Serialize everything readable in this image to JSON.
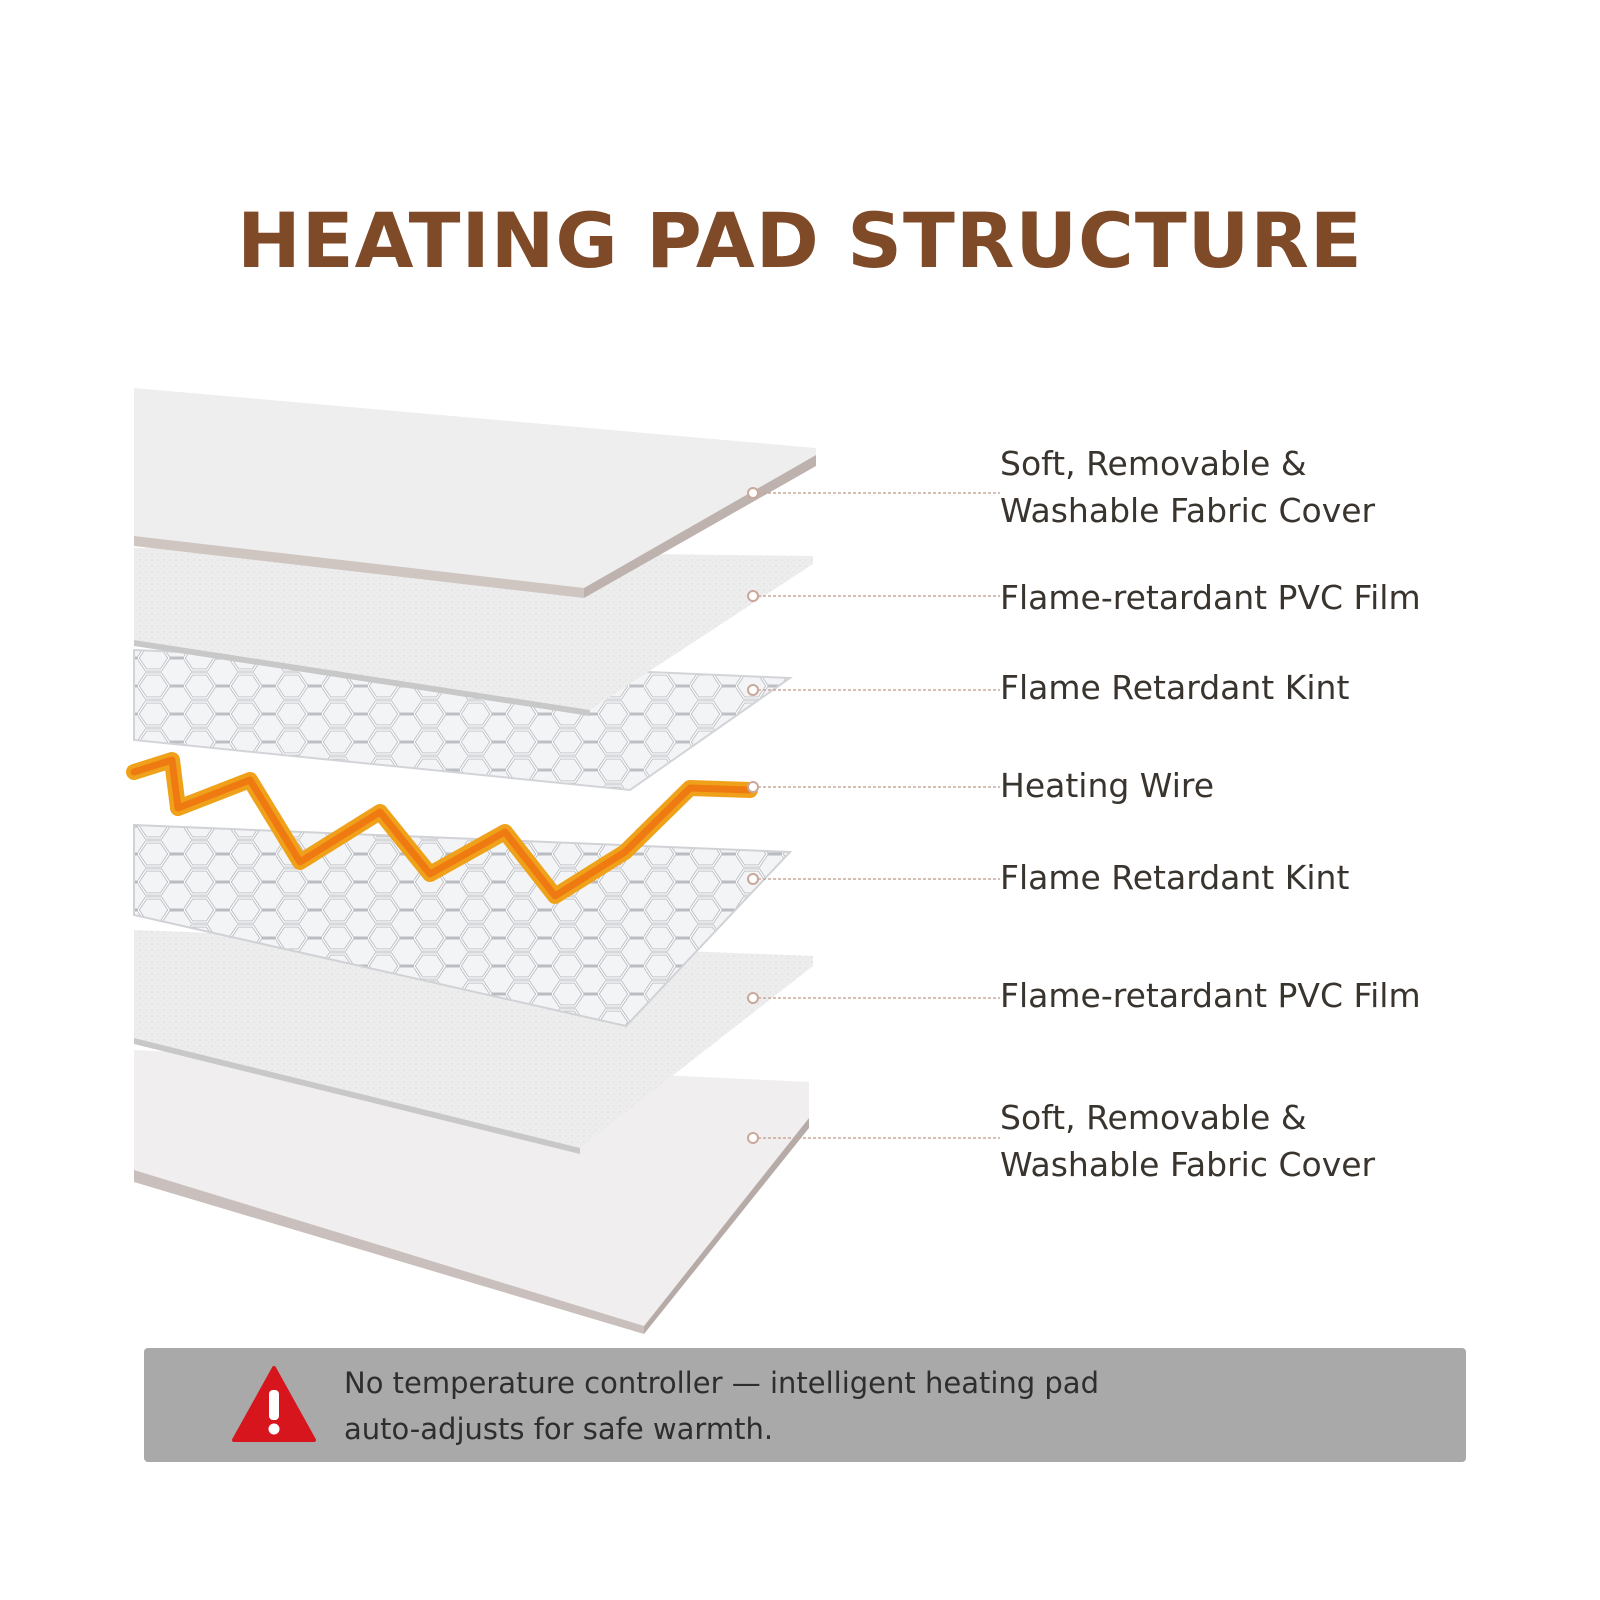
{
  "title": "HEATING PAD STRUCTURE",
  "colors": {
    "title": "#7f4a27",
    "label_text": "#3a342f",
    "leader_line": "#c9a89a",
    "notice_background": "#a9a9a9",
    "warning_icon": "#d7151d",
    "heating_wire": "#f07a12"
  },
  "layers": [
    {
      "lines": [
        "Soft, Removable &",
        "Washable Fabric Cover"
      ]
    },
    {
      "lines": [
        "Flame-retardant PVC Film"
      ]
    },
    {
      "lines": [
        "Flame Retardant Kint"
      ]
    },
    {
      "lines": [
        "Heating Wire"
      ]
    },
    {
      "lines": [
        "Flame Retardant Kint"
      ]
    },
    {
      "lines": [
        "Flame-retardant PVC Film"
      ]
    },
    {
      "lines": [
        "Soft, Removable &",
        "Washable Fabric Cover"
      ]
    }
  ],
  "notice": {
    "icon": "warning-triangle-icon",
    "lines": [
      "No temperature controller — intelligent heating pad",
      "auto-adjusts for safe warmth."
    ]
  }
}
